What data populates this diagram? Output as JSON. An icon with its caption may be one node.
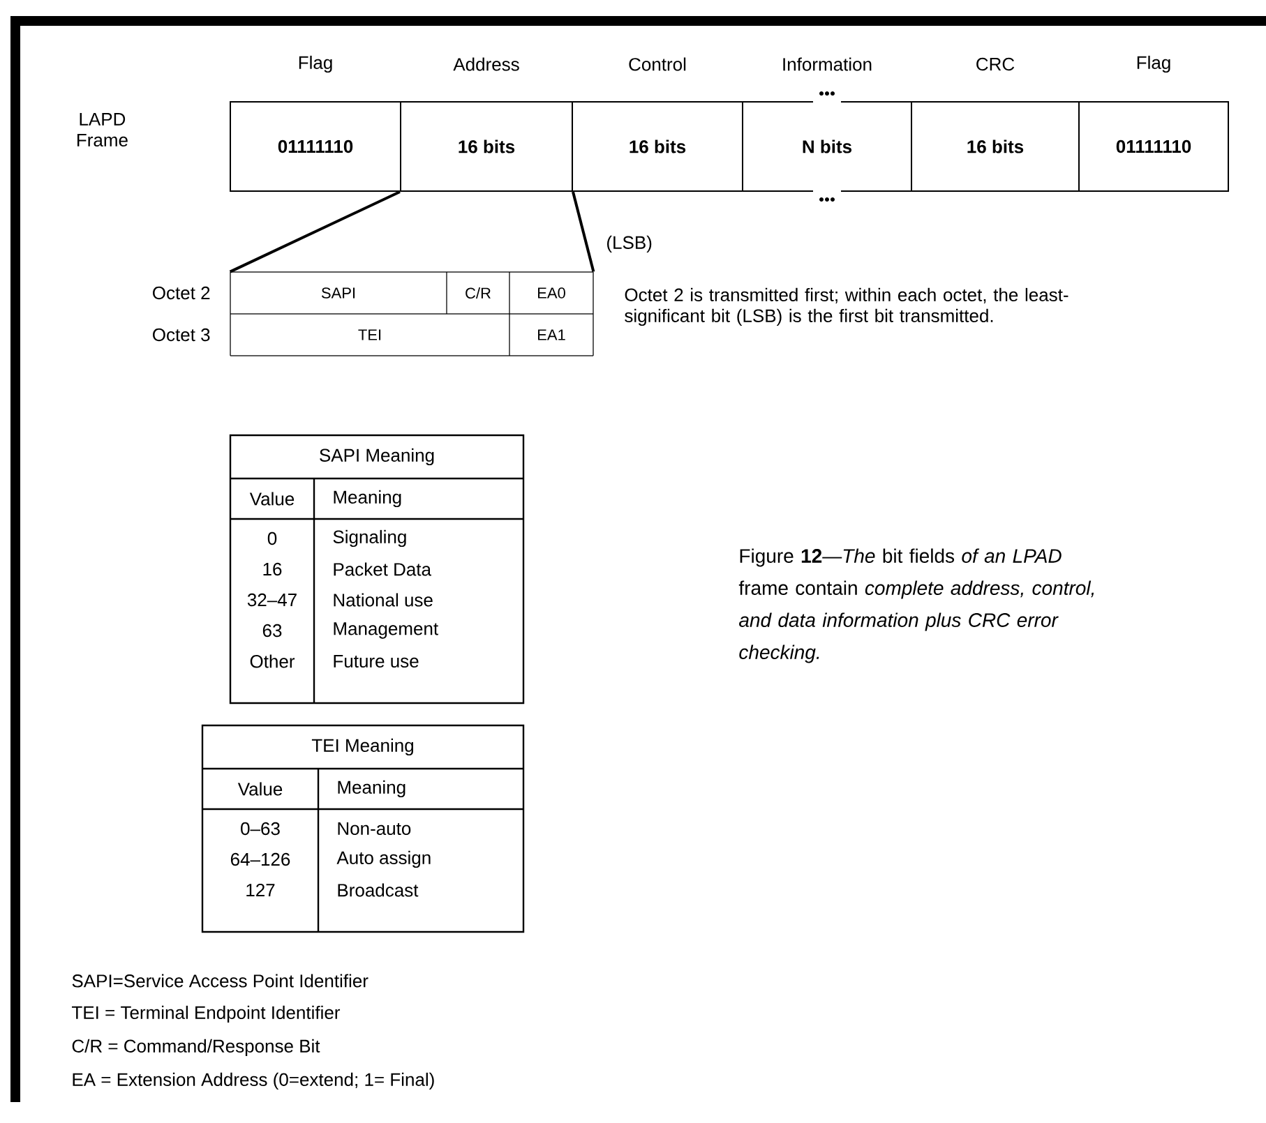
{
  "diagram": {
    "caption": "Figure **12**—*The* bit fields *of an LPAD* frame contain *complete address, control, and data information plus CRC error checking.*",
    "nodes": [
      {
        "text": [
          "Flag",
          "01111110"
        ]
      },
      {
        "text": [
          "Address",
          "16 bits"
        ]
      },
      {
        "text": [
          "Control",
          "16 bits"
        ]
      },
      {
        "text": [
          "Information",
          "N bits"
        ]
      },
      {
        "text": [
          "CRC",
          "16 bits"
        ]
      },
      {
        "text": [
          "Flag",
          "01111110"
        ]
      },
      {
        "text": [
          "SAPI",
          "C/R",
          "EA0",
          "TEI",
          "EA1"
        ],
        "beside": [
          "Octet 2",
          "Octet 3"
        ]
      },
      {
        "text": [
          "SAPI Meaning",
          "Value",
          "Meaning",
          "0",
          "Signaling",
          "16",
          "Packet Data",
          "32–47",
          "National use",
          "63",
          "Management",
          "Other",
          "Future use"
        ]
      },
      {
        "text": [
          "TEI Meaning",
          "Value",
          "Meaning",
          "0–63",
          "Non-auto",
          "64–126",
          "Auto assign",
          "127",
          "Broadcast"
        ]
      }
    ],
    "edges": [
      {
        "from": 1,
        "to": 6,
        "arrow": "none"
      },
      {
        "from": 1,
        "to": 6,
        "arrow": "none"
      }
    ],
    "labels": [
      "LAPD Frame",
      "(LSB)",
      "Octet 2 is transmitted first; within each octet, the least-significant bit (LSB) is the first bit transmitted.",
      "SAPI=Service Access Point Identifier",
      "TEI = Terminal Endpoint Identifier",
      "C/R = Command/Response Bit",
      "EA = Extension Address (0=extend; 1= Final)"
    ]
  }
}
